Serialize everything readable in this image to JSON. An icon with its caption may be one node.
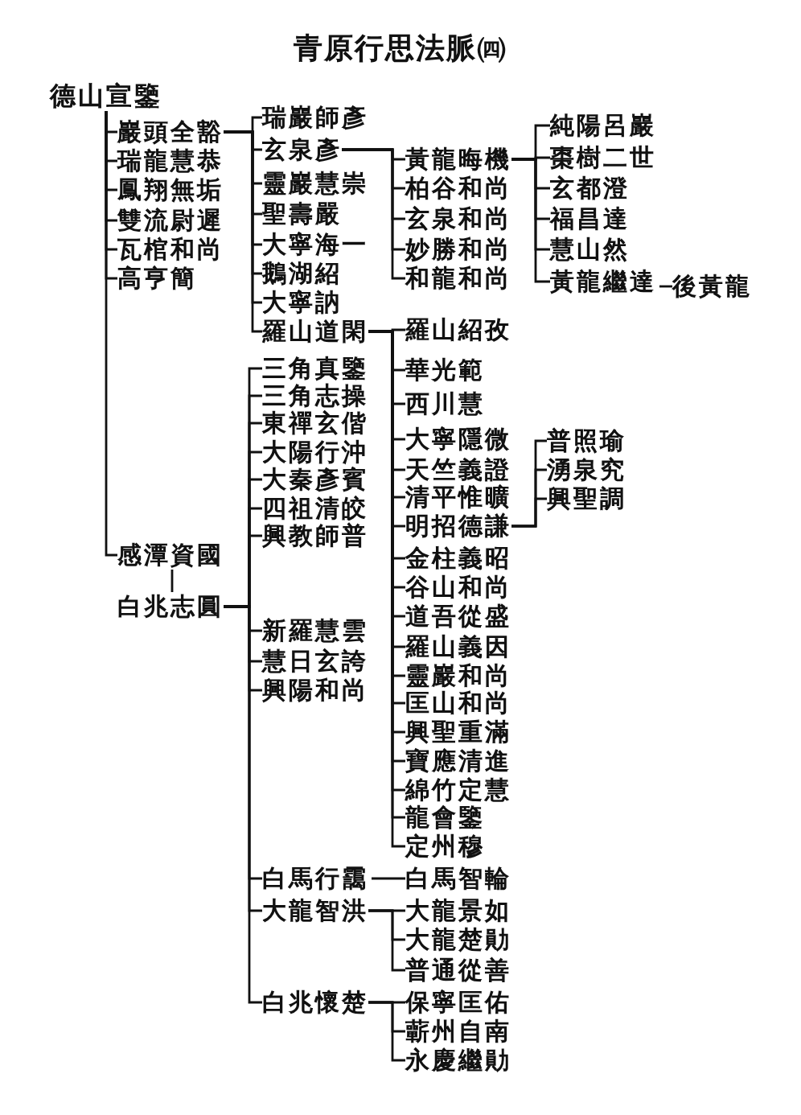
{
  "diagram": {
    "title": "青原行思法脈㈣",
    "nodes": [
      {
        "text": [
          "德山宣鑒"
        ]
      },
      {
        "text": [
          "巖頭全豁"
        ]
      },
      {
        "text": [
          "瑞龍慧恭"
        ]
      },
      {
        "text": [
          "鳳翔無垢"
        ]
      },
      {
        "text": [
          "雙流尉遲"
        ]
      },
      {
        "text": [
          "瓦棺和尚"
        ]
      },
      {
        "text": [
          "高亨簡"
        ]
      },
      {
        "text": [
          "感潭資國"
        ]
      },
      {
        "text": [
          "白兆志圓"
        ]
      },
      {
        "text": [
          "瑞巖師彥"
        ]
      },
      {
        "text": [
          "玄泉彥"
        ]
      },
      {
        "text": [
          "靈巖慧崇"
        ]
      },
      {
        "text": [
          "聖壽嚴"
        ]
      },
      {
        "text": [
          "大寧海一"
        ]
      },
      {
        "text": [
          "鵝湖紹"
        ]
      },
      {
        "text": [
          "大寧訥"
        ]
      },
      {
        "text": [
          "羅山道閑"
        ]
      },
      {
        "text": [
          "黃龍晦機"
        ]
      },
      {
        "text": [
          "柏谷和尚"
        ]
      },
      {
        "text": [
          "玄泉和尚"
        ]
      },
      {
        "text": [
          "妙勝和尚"
        ]
      },
      {
        "text": [
          "和龍和尚"
        ]
      },
      {
        "text": [
          "純陽呂巖"
        ]
      },
      {
        "text": [
          "棗樹二世"
        ]
      },
      {
        "text": [
          "玄都澄"
        ]
      },
      {
        "text": [
          "福昌達"
        ]
      },
      {
        "text": [
          "慧山然"
        ]
      },
      {
        "text": [
          "黃龍繼達"
        ]
      },
      {
        "text": [
          "後黃龍"
        ]
      },
      {
        "text": [
          "羅山紹孜"
        ]
      },
      {
        "text": [
          "華光範"
        ]
      },
      {
        "text": [
          "西川慧"
        ]
      },
      {
        "text": [
          "大寧隱微"
        ]
      },
      {
        "text": [
          "天竺義證"
        ]
      },
      {
        "text": [
          "清平惟曠"
        ]
      },
      {
        "text": [
          "明招德謙"
        ]
      },
      {
        "text": [
          "金柱義昭"
        ]
      },
      {
        "text": [
          "谷山和尚"
        ]
      },
      {
        "text": [
          "道吾從盛"
        ]
      },
      {
        "text": [
          "羅山義因"
        ]
      },
      {
        "text": [
          "靈巖和尚"
        ]
      },
      {
        "text": [
          "匡山和尚"
        ]
      },
      {
        "text": [
          "興聖重滿"
        ]
      },
      {
        "text": [
          "寶應清進"
        ]
      },
      {
        "text": [
          "綿竹定慧"
        ]
      },
      {
        "text": [
          "龍會鑒"
        ]
      },
      {
        "text": [
          "定州穆"
        ]
      },
      {
        "text": [
          "普照瑜"
        ]
      },
      {
        "text": [
          "湧泉究"
        ]
      },
      {
        "text": [
          "興聖調"
        ]
      },
      {
        "text": [
          "三角真鑒"
        ]
      },
      {
        "text": [
          "三角志操"
        ]
      },
      {
        "text": [
          "東禪玄偕"
        ]
      },
      {
        "text": [
          "大陽行沖"
        ]
      },
      {
        "text": [
          "大秦彥賓"
        ]
      },
      {
        "text": [
          "四祖清皎"
        ]
      },
      {
        "text": [
          "興教師普"
        ]
      },
      {
        "text": [
          "新羅慧雲"
        ]
      },
      {
        "text": [
          "慧日玄誇"
        ]
      },
      {
        "text": [
          "興陽和尚"
        ]
      },
      {
        "text": [
          "白馬行靄"
        ]
      },
      {
        "text": [
          "大龍智洪"
        ]
      },
      {
        "text": [
          "白兆懷楚"
        ]
      },
      {
        "text": [
          "白馬智輪"
        ]
      },
      {
        "text": [
          "大龍景如"
        ]
      },
      {
        "text": [
          "大龍楚勛"
        ]
      },
      {
        "text": [
          "普通從善"
        ]
      },
      {
        "text": [
          "保寧匡佑"
        ]
      },
      {
        "text": [
          "蘄州自南"
        ]
      },
      {
        "text": [
          "永慶繼勛"
        ]
      }
    ],
    "edges": [
      {
        "from": 0,
        "to": 1,
        "arrow": "none"
      },
      {
        "from": 0,
        "to": 2,
        "arrow": "none"
      },
      {
        "from": 0,
        "to": 3,
        "arrow": "none"
      },
      {
        "from": 0,
        "to": 4,
        "arrow": "none"
      },
      {
        "from": 0,
        "to": 5,
        "arrow": "none"
      },
      {
        "from": 0,
        "to": 6,
        "arrow": "none"
      },
      {
        "from": 0,
        "to": 7,
        "arrow": "none"
      },
      {
        "from": 7,
        "to": 8,
        "arrow": "none"
      },
      {
        "from": 1,
        "to": 9,
        "arrow": "none"
      },
      {
        "from": 1,
        "to": 10,
        "arrow": "none"
      },
      {
        "from": 1,
        "to": 11,
        "arrow": "none"
      },
      {
        "from": 1,
        "to": 12,
        "arrow": "none"
      },
      {
        "from": 1,
        "to": 13,
        "arrow": "none"
      },
      {
        "from": 1,
        "to": 14,
        "arrow": "none"
      },
      {
        "from": 1,
        "to": 15,
        "arrow": "none"
      },
      {
        "from": 1,
        "to": 16,
        "arrow": "none"
      },
      {
        "from": 10,
        "to": 17,
        "arrow": "none"
      },
      {
        "from": 10,
        "to": 18,
        "arrow": "none"
      },
      {
        "from": 10,
        "to": 19,
        "arrow": "none"
      },
      {
        "from": 10,
        "to": 20,
        "arrow": "none"
      },
      {
        "from": 10,
        "to": 21,
        "arrow": "none"
      },
      {
        "from": 17,
        "to": 22,
        "arrow": "none"
      },
      {
        "from": 17,
        "to": 23,
        "arrow": "none"
      },
      {
        "from": 17,
        "to": 24,
        "arrow": "none"
      },
      {
        "from": 17,
        "to": 25,
        "arrow": "none"
      },
      {
        "from": 17,
        "to": 26,
        "arrow": "none"
      },
      {
        "from": 17,
        "to": 27,
        "arrow": "none"
      },
      {
        "from": 27,
        "to": 28,
        "arrow": "none"
      },
      {
        "from": 16,
        "to": 29,
        "arrow": "none"
      },
      {
        "from": 16,
        "to": 30,
        "arrow": "none"
      },
      {
        "from": 16,
        "to": 31,
        "arrow": "none"
      },
      {
        "from": 16,
        "to": 32,
        "arrow": "none"
      },
      {
        "from": 16,
        "to": 33,
        "arrow": "none"
      },
      {
        "from": 16,
        "to": 34,
        "arrow": "none"
      },
      {
        "from": 16,
        "to": 35,
        "arrow": "none"
      },
      {
        "from": 16,
        "to": 36,
        "arrow": "none"
      },
      {
        "from": 16,
        "to": 37,
        "arrow": "none"
      },
      {
        "from": 16,
        "to": 38,
        "arrow": "none"
      },
      {
        "from": 16,
        "to": 39,
        "arrow": "none"
      },
      {
        "from": 16,
        "to": 40,
        "arrow": "none"
      },
      {
        "from": 16,
        "to": 41,
        "arrow": "none"
      },
      {
        "from": 16,
        "to": 42,
        "arrow": "none"
      },
      {
        "from": 16,
        "to": 43,
        "arrow": "none"
      },
      {
        "from": 16,
        "to": 44,
        "arrow": "none"
      },
      {
        "from": 16,
        "to": 45,
        "arrow": "none"
      },
      {
        "from": 16,
        "to": 46,
        "arrow": "none"
      },
      {
        "from": 35,
        "to": 47,
        "arrow": "none"
      },
      {
        "from": 35,
        "to": 48,
        "arrow": "none"
      },
      {
        "from": 35,
        "to": 49,
        "arrow": "none"
      },
      {
        "from": 8,
        "to": 50,
        "arrow": "none"
      },
      {
        "from": 8,
        "to": 51,
        "arrow": "none"
      },
      {
        "from": 8,
        "to": 52,
        "arrow": "none"
      },
      {
        "from": 8,
        "to": 53,
        "arrow": "none"
      },
      {
        "from": 8,
        "to": 54,
        "arrow": "none"
      },
      {
        "from": 8,
        "to": 55,
        "arrow": "none"
      },
      {
        "from": 8,
        "to": 56,
        "arrow": "none"
      },
      {
        "from": 8,
        "to": 57,
        "arrow": "none"
      },
      {
        "from": 8,
        "to": 58,
        "arrow": "none"
      },
      {
        "from": 8,
        "to": 59,
        "arrow": "none"
      },
      {
        "from": 8,
        "to": 60,
        "arrow": "none"
      },
      {
        "from": 8,
        "to": 61,
        "arrow": "none"
      },
      {
        "from": 8,
        "to": 62,
        "arrow": "none"
      },
      {
        "from": 60,
        "to": 63,
        "arrow": "none"
      },
      {
        "from": 61,
        "to": 64,
        "arrow": "none"
      },
      {
        "from": 61,
        "to": 65,
        "arrow": "none"
      },
      {
        "from": 61,
        "to": 66,
        "arrow": "none"
      },
      {
        "from": 62,
        "to": 67,
        "arrow": "none"
      },
      {
        "from": 62,
        "to": 68,
        "arrow": "none"
      },
      {
        "from": 62,
        "to": 69,
        "arrow": "none"
      }
    ]
  }
}
